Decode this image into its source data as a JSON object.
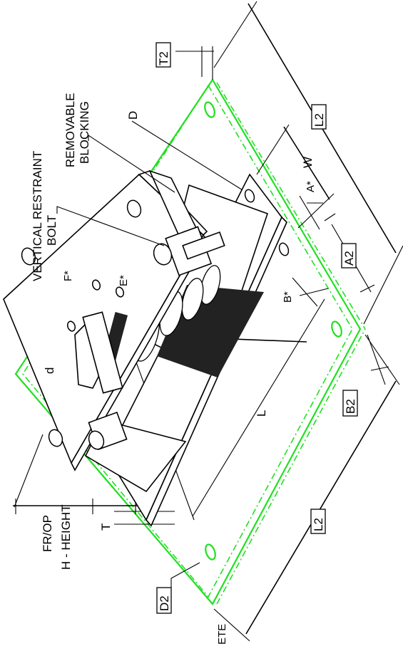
{
  "labels": {
    "vertical_restraint": "VERTICAL RESTRAINT",
    "bolt": "BOLT",
    "removable": "REMOVABLE",
    "blocking": "BLOCKING",
    "d_upper": "D",
    "w": "W",
    "a_star": "A*",
    "b_star": "B*",
    "f_star": "F*",
    "e_star": "E*",
    "d_lower": "d",
    "l": "L",
    "t": "T",
    "fr_op": "FR/OP",
    "h_height": "H - HEIGHT",
    "ete": "ETE"
  },
  "boxed": {
    "t2": "T2",
    "l2_top": "L2",
    "a2": "A2",
    "b2": "B2",
    "l2_bottom": "L2",
    "d2": "D2"
  },
  "colors": {
    "line": "#000000",
    "base_plate": "#21e021"
  }
}
